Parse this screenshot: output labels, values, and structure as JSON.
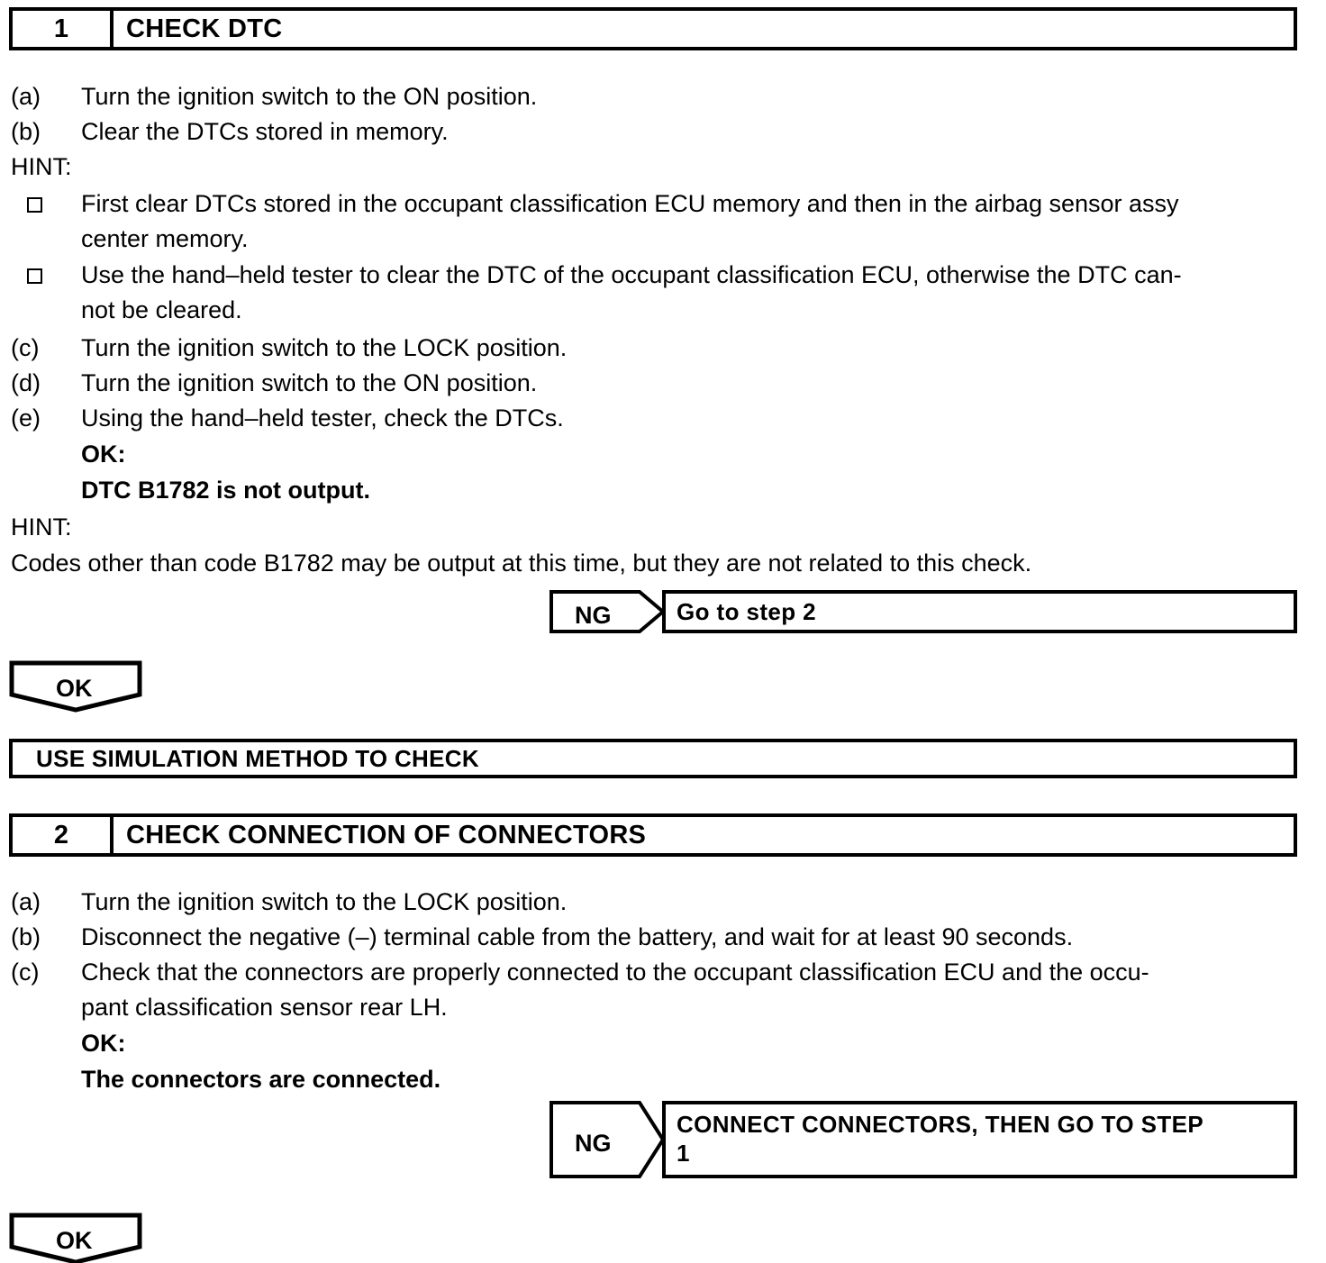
{
  "document": {
    "type": "diagnostic-flowchart",
    "accent_color": "#000000",
    "background_color": "#ffffff"
  },
  "step1": {
    "number": "1",
    "title": "CHECK DTC",
    "items": [
      {
        "marker": "(a)",
        "text": "Turn the ignition switch to the ON position."
      },
      {
        "marker": "(b)",
        "text": "Clear the DTCs stored in memory."
      }
    ],
    "hint1_label": "HINT:",
    "hint1_bullets": [
      {
        "line1": "First clear DTCs stored in the occupant classification ECU memory and then in the airbag sensor assy",
        "line2": "center memory."
      },
      {
        "line1": "Use the hand–held tester to clear the DTC of the occupant classification ECU, otherwise the DTC can-",
        "line2": "not be cleared."
      }
    ],
    "items2": [
      {
        "marker": "(c)",
        "text": "Turn the ignition switch to the LOCK position."
      },
      {
        "marker": "(d)",
        "text": "Turn the ignition switch to the ON position."
      },
      {
        "marker": "(e)",
        "text": "Using the hand–held tester, check the DTCs."
      }
    ],
    "ok_label": "OK:",
    "ok_condition": "DTC B1782 is not output.",
    "hint2_label": "HINT:",
    "hint2_text": "Codes other than code B1782 may be output at this time, but they are not related to this check.",
    "ng_tag": "NG",
    "ng_target": "Go to step 2",
    "ok_tag": "OK"
  },
  "simulation_bar": {
    "label": "USE SIMULATION METHOD TO CHECK"
  },
  "step2": {
    "number": "2",
    "title": "CHECK CONNECTION OF CONNECTORS",
    "items": [
      {
        "marker": "(a)",
        "text": "Turn the ignition switch to the LOCK position."
      },
      {
        "marker": "(b)",
        "text": "Disconnect the negative (–) terminal cable from the battery, and wait for at least 90 seconds."
      },
      {
        "marker": "(c)",
        "text": "Check that the connectors are properly connected to the occupant classification ECU and the occu-"
      }
    ],
    "item_c_line2": "pant classification sensor rear LH.",
    "ok_label": "OK:",
    "ok_condition": "The connectors are connected.",
    "ng_tag": "NG",
    "ng_target": "CONNECT CONNECTORS, THEN GO TO STEP\n1",
    "ok_tag": "OK"
  }
}
